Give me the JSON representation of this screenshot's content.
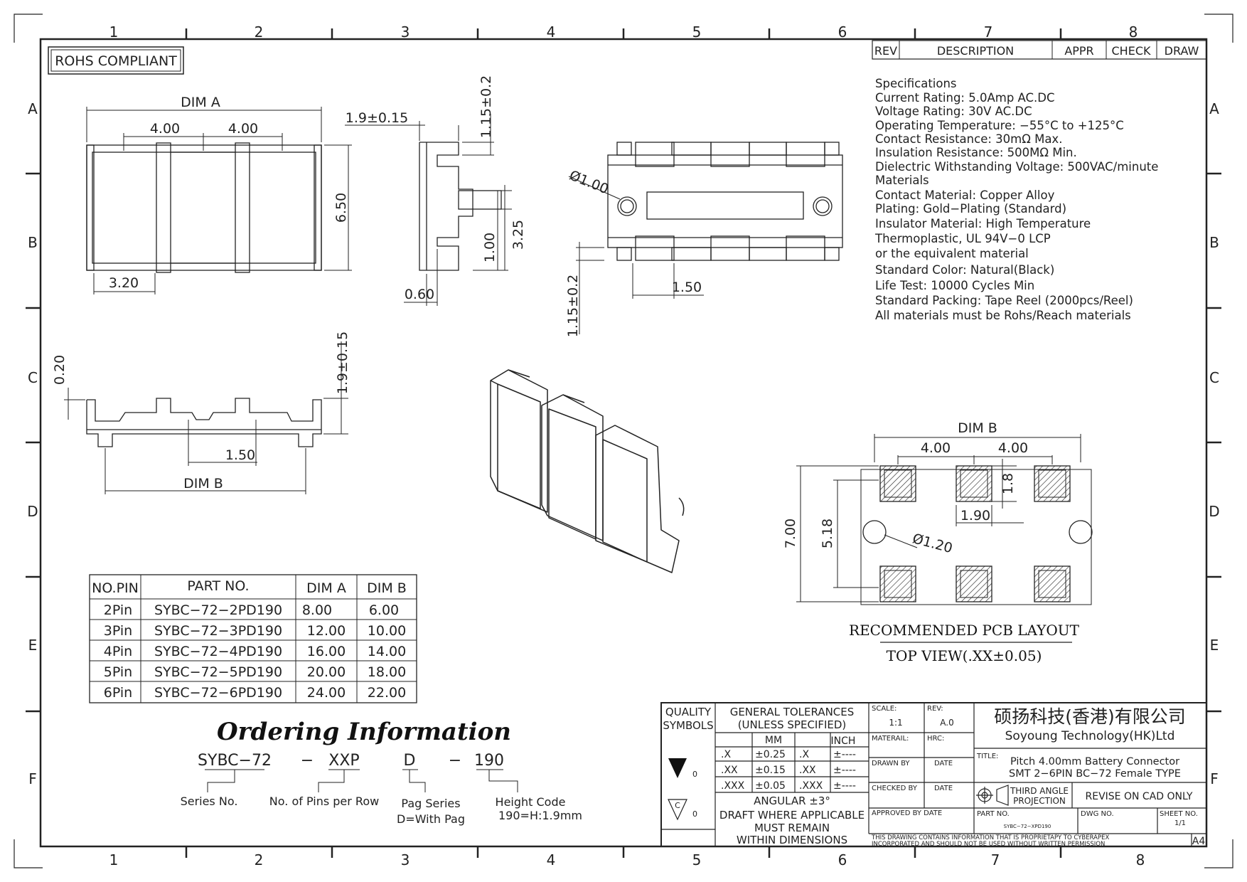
{
  "frame": {
    "top_zones": [
      "1",
      "2",
      "3",
      "4",
      "5",
      "6",
      "7",
      "8"
    ],
    "bottom_zones": [
      "1",
      "2",
      "3",
      "4",
      "5",
      "6",
      "7",
      "8"
    ],
    "side_zones": [
      "A",
      "B",
      "C",
      "D",
      "E",
      "F"
    ]
  },
  "rohs": "ROHS COMPLIANT",
  "rev_table": {
    "rev": "REV",
    "description": "DESCRIPTION",
    "appr": "APPR",
    "check": "CHECK",
    "draw": "DRAW"
  },
  "specs": [
    "Specifications",
    "Current Rating: 5.0Amp  AC.DC",
    "Voltage Rating: 30V AC.DC",
    "Operating Temperature: −55°C  to  +125°C",
    "Contact Resistance: 30mΩ  Max.",
    "Insulation Resistance: 500MΩ Min.",
    "Dielectric Withstanding Voltage: 500VAC/minute",
    "Materials",
    "Contact Material: Copper Alloy",
    "Plating: Gold−Plating (Standard)",
    "Insulator Material: High Temperature",
    "Thermoplastic, UL 94V−0 LCP",
    "or the equivalent material",
    "Standard Color: Natural(Black)",
    "Life Test: 10000 Cycles Min",
    "Standard Packing: Tape Reel (2000pcs/Reel)",
    "All materials must be Rohs/Reach materials"
  ],
  "dims": {
    "dim_a": "DIM A",
    "pitch_4": "4.00",
    "h_650": "6.50",
    "w_320": "3.20",
    "h_19": "1.9±0.15",
    "h_115": "1.15±0.2",
    "h_100": "1.00",
    "h_325": "3.25",
    "w_060": "0.60",
    "d_100": "Ø1.00",
    "w_150": "1.50",
    "h_115b": "1.15±0.2",
    "h_020": "0.20",
    "h_19b": "1.9±0.15",
    "dim_b": "DIM B",
    "pcb_dim_b": "DIM B",
    "pcb_700": "7.00",
    "pcb_518": "5.18",
    "pcb_18": "1.8",
    "pcb_190": "1.90",
    "pcb_d120": "Ø1.20"
  },
  "pcb": {
    "title": "RECOMMENDED PCB LAYOUT",
    "subtitle": "TOP VIEW(.XX±0.05)"
  },
  "table": {
    "headers": [
      "NO.PIN",
      "PART NO.",
      "DIM A",
      "DIM B"
    ],
    "rows": [
      [
        "2Pin",
        "SYBC−72−2PD190",
        "8.00",
        "6.00"
      ],
      [
        "3Pin",
        "SYBC−72−3PD190",
        "12.00",
        "10.00"
      ],
      [
        "4Pin",
        "SYBC−72−4PD190",
        "16.00",
        "14.00"
      ],
      [
        "5Pin",
        "SYBC−72−5PD190",
        "20.00",
        "18.00"
      ],
      [
        "6Pin",
        "SYBC−72−6PD190",
        "24.00",
        "22.00"
      ]
    ]
  },
  "ordering": {
    "title": "Ordering Information",
    "code": [
      "SYBC−72",
      "−",
      "XXP",
      "D",
      "−",
      "190"
    ],
    "labels": [
      "Series No.",
      "No. of Pins per Row",
      "Pag Series",
      "D=With Pag",
      "Height Code",
      "190=H:1.9mm"
    ]
  },
  "title_block": {
    "quality": "QUALITY",
    "symbols": "SYMBOLS",
    "sym_0a": "0",
    "sym_0b": "0",
    "sym_c": "C",
    "gen_tol": "GENERAL TOLERANCES",
    "unless": "(UNLESS SPECIFIED)",
    "mm": "MM",
    "inch": "INCH",
    "tol_rows": [
      [
        ".X",
        "±0.25",
        ".X",
        "±----"
      ],
      [
        ".XX",
        "±0.15",
        ".XX",
        "±----"
      ],
      [
        ".XXX",
        "±0.05",
        ".XXX",
        "±----"
      ]
    ],
    "angular": "ANGULAR ±3°",
    "draft": [
      "DRAFT WHERE APPLICABLE",
      "MUST REMAIN",
      "WITHIN DIMENSIONS"
    ],
    "scale_label": "SCALE:",
    "scale": "1:1",
    "rev_label": "REV:",
    "rev": "A.0",
    "material": "MATERAIL:",
    "hrc": "HRC:",
    "drawn_by": "DRAWN BY",
    "date1": "DATE",
    "checked_by": "CHECKED BY",
    "date2": "DATE",
    "approved_by": "APPROVED BY  DATE",
    "company_cn": "硕扬科技(香港)有限公司",
    "company_en": "Soyoung  Technology(HK)Ltd",
    "title_label": "TITLE:",
    "title_l1": "Pitch  4.00mm  Battery  Connector",
    "title_l2": "SMT  2−6PIN  BC−72  Female  TYPE",
    "third_angle_1": "THIRD  ANGLE",
    "third_angle_2": "PROJECTION",
    "revise": "REVISE  ON  CAD  ONLY",
    "part_no_label": "PART NO.",
    "part_no": "SYBC−72−XPD190",
    "dwg_no": "DWG NO.",
    "sheet_no": "SHEET NO.",
    "sheet": "1/1",
    "notice_1": "THIS DRAWING CONTAINS INFORMATION THAT IS PROPRIETAPY TO CYBERAPEX",
    "notice_2": "INCORPORATED AND SHOULD NOT BE USED WITHOUT WRITTEN PERMISSION",
    "size": "A4"
  }
}
